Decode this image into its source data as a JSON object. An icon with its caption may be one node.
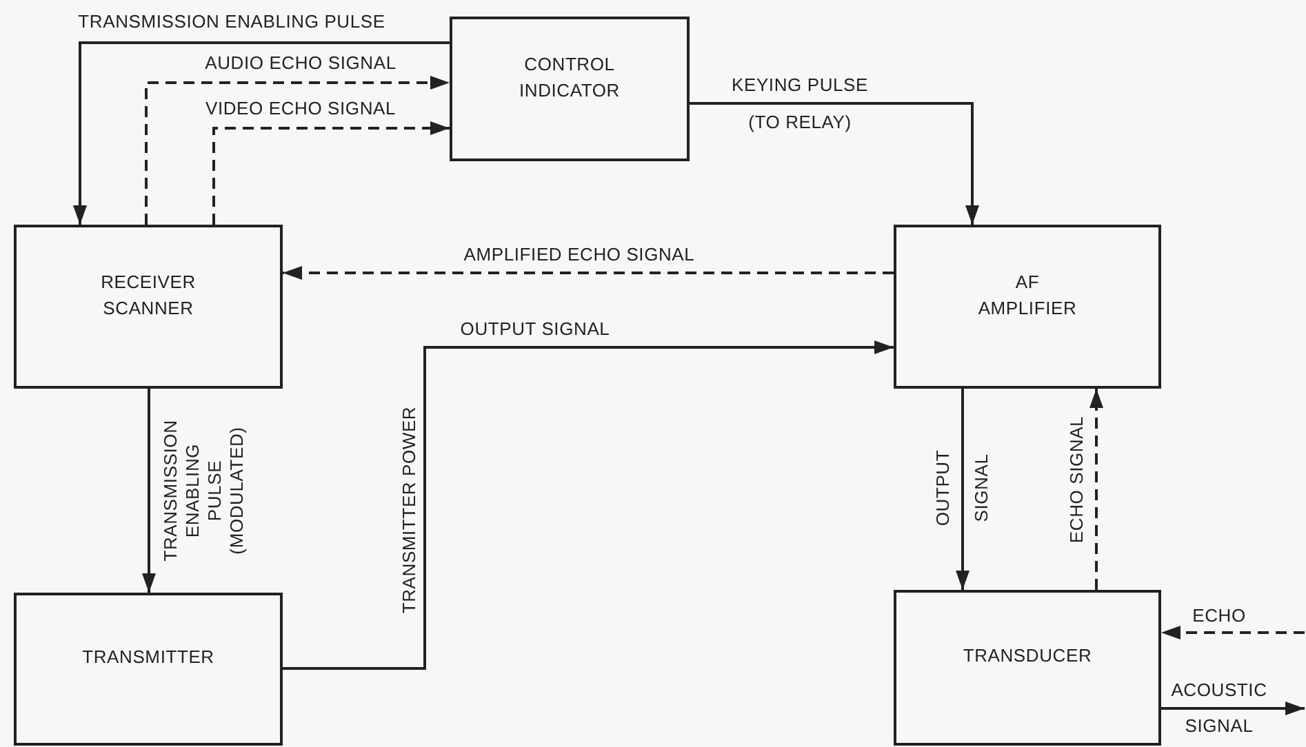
{
  "diagram": {
    "nodes": [
      {
        "text": [
          "CONTROL INDICATOR"
        ]
      },
      {
        "text": [
          "RECEIVER SCANNER"
        ]
      },
      {
        "text": [
          "AF AMPLIFIER"
        ]
      },
      {
        "text": [
          "TRANSMITTER"
        ]
      },
      {
        "text": [
          "TRANSDUCER"
        ]
      }
    ],
    "edges": [
      {
        "from": 0,
        "to": 1,
        "arrow": "to",
        "label": "TRANSMISSION ENABLING PULSE"
      },
      {
        "from": 1,
        "to": 0,
        "arrow": "to",
        "label": "AUDIO ECHO SIGNAL",
        "style": "dashed"
      },
      {
        "from": 1,
        "to": 0,
        "arrow": "to",
        "label": "VIDEO ECHO SIGNAL",
        "style": "dashed"
      },
      {
        "from": 0,
        "to": 2,
        "arrow": "to",
        "label": "KEYING PULSE (TO RELAY)"
      },
      {
        "from": 2,
        "to": 1,
        "arrow": "to",
        "label": "AMPLIFIED ECHO SIGNAL",
        "style": "dashed"
      },
      {
        "from": 3,
        "to": 2,
        "arrow": "to",
        "label": "OUTPUT SIGNAL"
      },
      {
        "from": 1,
        "to": 3,
        "arrow": "to",
        "label": "TRANSMISSION ENABLING PULSE (MODULATED)"
      },
      {
        "from": 2,
        "to": 4,
        "arrow": "to",
        "label": "OUTPUT SIGNAL"
      },
      {
        "from": 4,
        "to": 2,
        "arrow": "to",
        "label": "ECHO SIGNAL",
        "style": "dashed"
      },
      {
        "from": null,
        "to": 4,
        "arrow": "to",
        "label": "ECHO",
        "style": "dashed"
      },
      {
        "from": 4,
        "to": null,
        "arrow": "to",
        "label": "ACOUSTIC SIGNAL"
      }
    ],
    "labels": [
      "TRANSMITTER POWER"
    ]
  }
}
